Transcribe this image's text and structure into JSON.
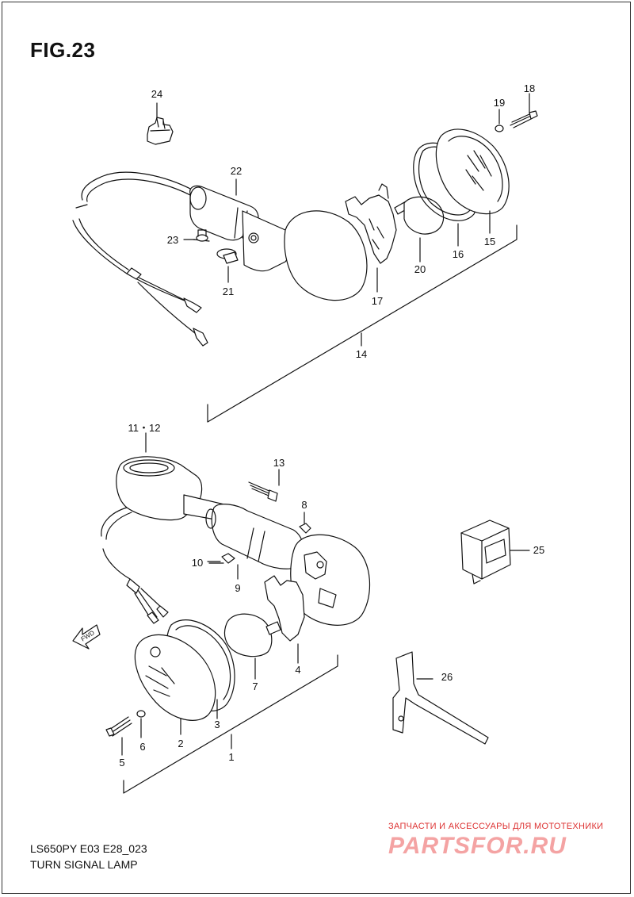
{
  "figure": {
    "title": "FIG.23",
    "model": "LS650PY E03 E28_023",
    "caption": "TURN SIGNAL LAMP"
  },
  "watermark": {
    "tagline": "ЗАПЧАСТИ И АКСЕССУАРЫ ДЛЯ МОТОТЕХНИКИ",
    "logo": "PARTSFOR.RU"
  },
  "fwd_label": "FWD",
  "callouts": {
    "c1": "1",
    "c2": "2",
    "c3": "3",
    "c4": "4",
    "c5": "5",
    "c6": "6",
    "c7": "7",
    "c8": "8",
    "c9": "9",
    "c10": "10",
    "c11_12": "11・12",
    "c13": "13",
    "c14": "14",
    "c15": "15",
    "c16": "16",
    "c17": "17",
    "c18": "18",
    "c19": "19",
    "c20": "20",
    "c21": "21",
    "c22": "22",
    "c23": "23",
    "c24": "24",
    "c25": "25",
    "c26": "26"
  },
  "colors": {
    "line": "#111111",
    "watermark": "#dd3333"
  }
}
